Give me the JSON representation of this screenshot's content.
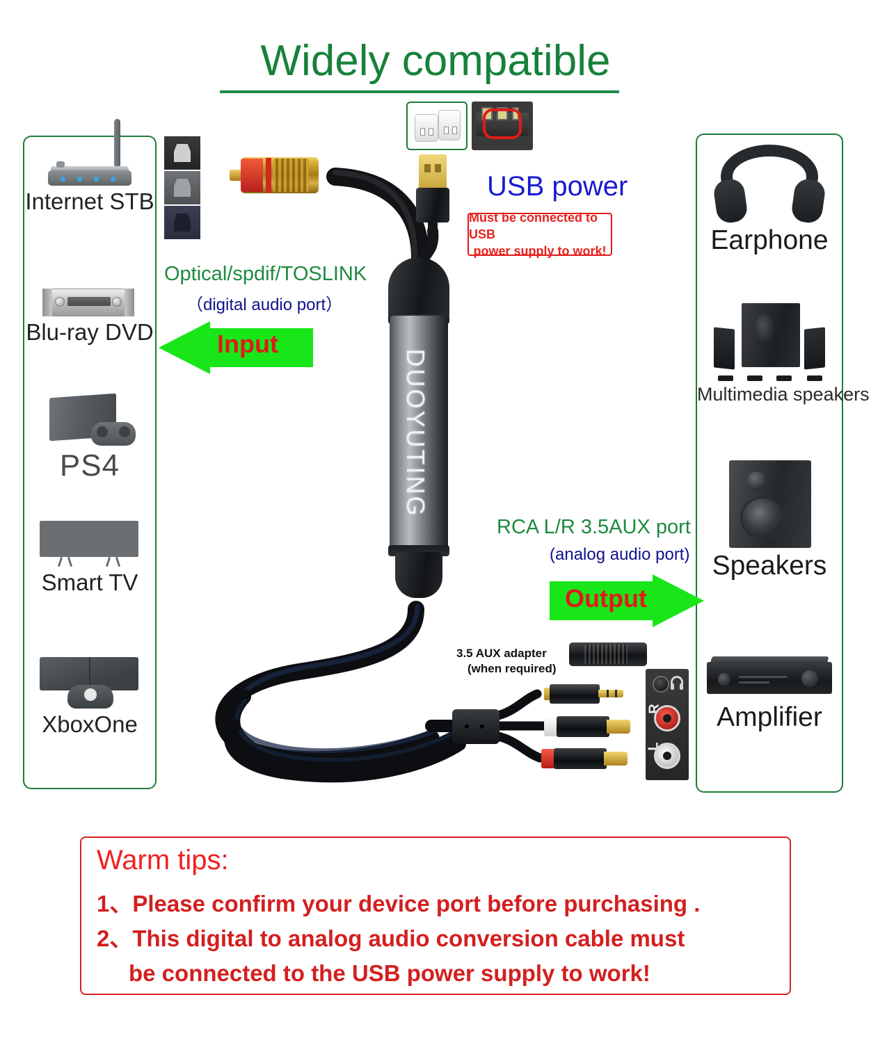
{
  "header": {
    "title": "Widely compatible"
  },
  "input_panel": {
    "devices": [
      {
        "label": "Internet STB",
        "icon": "router-icon"
      },
      {
        "label": "Blu-ray DVD",
        "icon": "bluray-player-icon"
      },
      {
        "label": "PS4",
        "icon": "playstation-console-icon"
      },
      {
        "label": "Smart TV",
        "icon": "television-icon"
      },
      {
        "label": "XboxOne",
        "icon": "xbox-console-icon"
      }
    ]
  },
  "output_panel": {
    "devices": [
      {
        "label": "Earphone",
        "icon": "headphone-icon"
      },
      {
        "label": "Multimedia speakers",
        "icon": "multimedia-speakers-icon"
      },
      {
        "label": "Speakers",
        "icon": "bookshelf-speaker-icon"
      },
      {
        "label": "Amplifier",
        "icon": "amplifier-icon"
      }
    ]
  },
  "callouts": {
    "input_port_title": "Optical/spdif/TOSLINK",
    "input_port_subtitle": "（digital audio port）",
    "input_arrow_label": "Input",
    "output_port_title": "RCA L/R 3.5AUX port",
    "output_port_subtitle": "(analog audio port)",
    "output_arrow_label": "Output",
    "usb_power_title": "USB power",
    "usb_power_warning_line1": "Must be connected to USB",
    "usb_power_warning_line2": "power supply to work!",
    "aux_adapter_line1": "3.5 AUX adapter",
    "aux_adapter_line2": "(when required)"
  },
  "device": {
    "brand": "DUOYUTING"
  },
  "jack_panel": {
    "right_label": "R",
    "left_label": "L"
  },
  "warm_tips": {
    "title": "Warm tips:",
    "line1": "1、Please confirm your device port before purchasing .",
    "line2": "2、This digital to analog audio conversion cable must",
    "line3": "be connected to the USB power supply to work!"
  },
  "colors": {
    "green": "#1d8a3f",
    "bright_green": "#19e619",
    "red": "#e01a1a",
    "navy": "#10128c",
    "blue": "#1a1ad0"
  }
}
